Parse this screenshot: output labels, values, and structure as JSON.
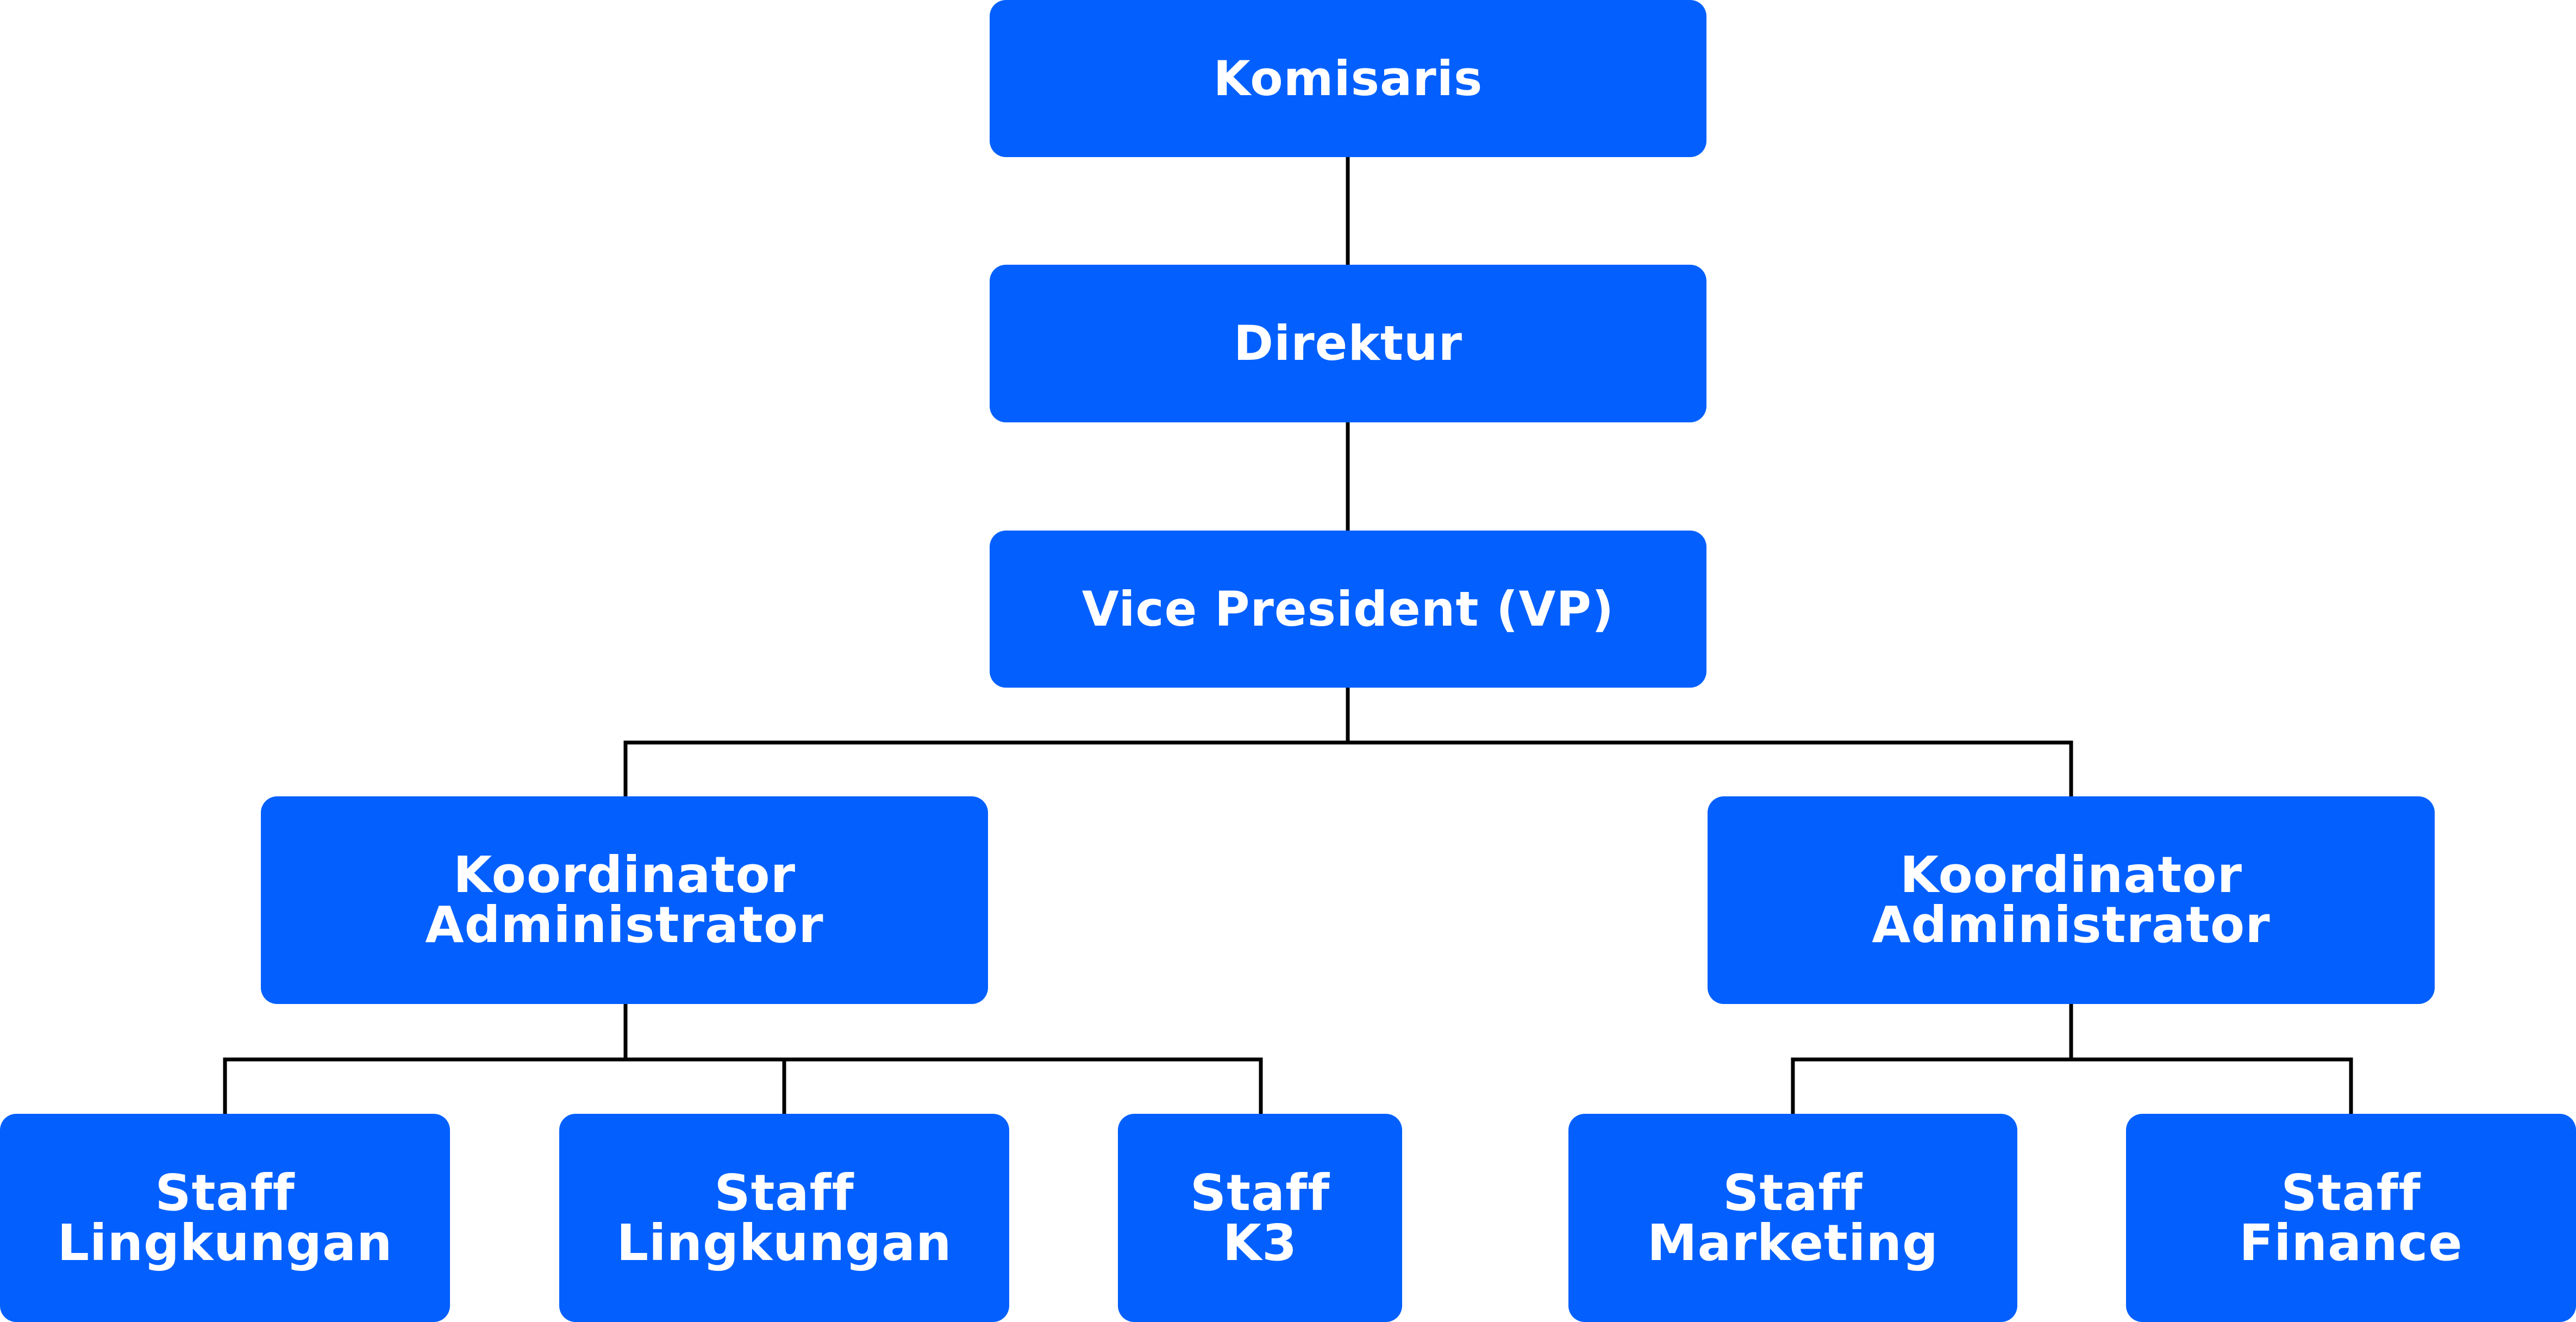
{
  "colors": {
    "node_fill": "#0360ff",
    "node_text": "#ffffff",
    "connector": "#000000",
    "background": "#ffffff"
  },
  "nodes": {
    "komisaris": "Komisaris",
    "direktur": "Direktur",
    "vice_president": "Vice President (VP)",
    "koordinator_left": "Koordinator\nAdministrator",
    "koordinator_right": "Koordinator\nAdministrator",
    "staff_lingkungan_1": "Staff\nLingkungan",
    "staff_lingkungan_2": "Staff\nLingkungan",
    "staff_k3": "Staff\nK3",
    "staff_marketing": "Staff\nMarketing",
    "staff_finance": "Staff\nFinance"
  }
}
